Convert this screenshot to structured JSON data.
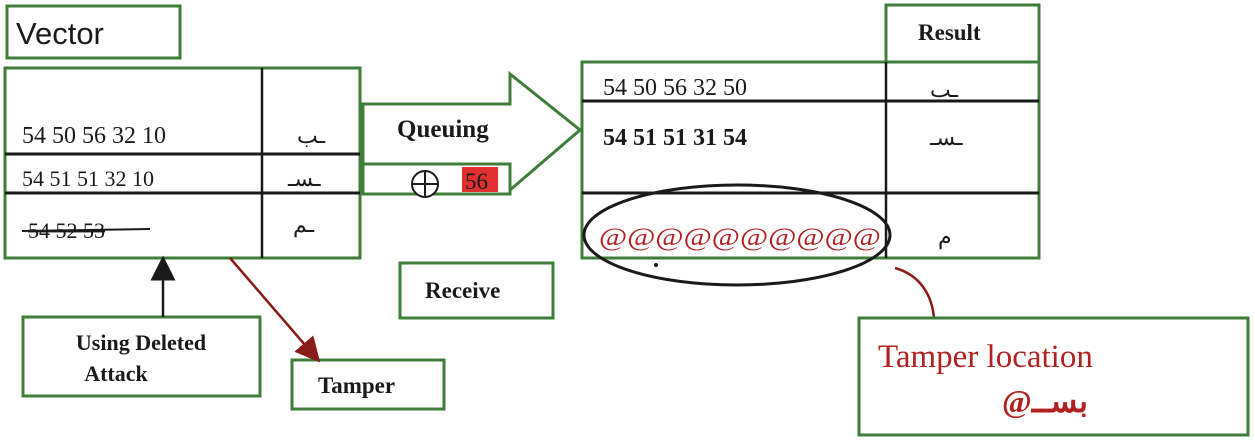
{
  "colors": {
    "box_border": "#3f7d3a",
    "line": "#1a1a1a",
    "red": "#b22020",
    "highlight": "#e03030",
    "dark_red_arrow": "#8b1a1a"
  },
  "vector": {
    "title": "Vector",
    "rows": [
      {
        "value": "54 50 56 32 10",
        "char": "ـب"
      },
      {
        "value": "54 51 51 32 10",
        "char": "ـسـ"
      },
      {
        "value": "54 52 53",
        "char": "ـم"
      }
    ]
  },
  "queuing": {
    "label": "Queuing",
    "xor_symbol": "⊕",
    "key": "56"
  },
  "receive": {
    "label": "Receive"
  },
  "result": {
    "title": "Result",
    "rows": [
      {
        "value": "54 50 56 32 50",
        "char": "ـب"
      },
      {
        "value": "54 51 51 31 54",
        "char": "ـسـ"
      },
      {
        "value": "@@@@@@@@@@",
        "char": "م"
      }
    ]
  },
  "attack": {
    "label_line1": "Using Deleted",
    "label_line2": "Attack"
  },
  "tamper": {
    "label": "Tamper"
  },
  "tamper_location": {
    "title": "Tamper location",
    "symbol": "@بســ"
  }
}
